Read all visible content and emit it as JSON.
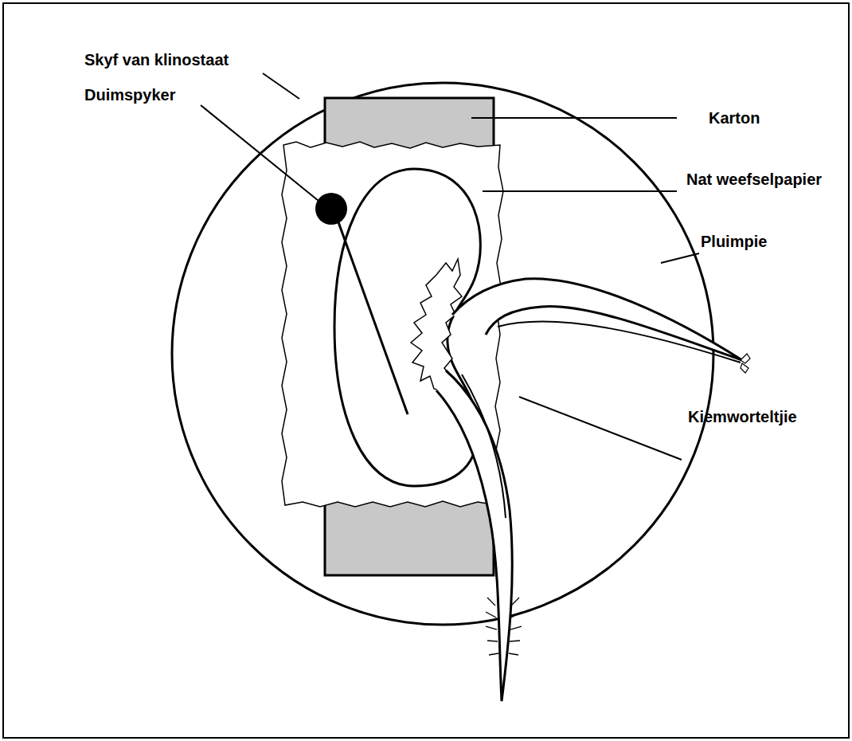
{
  "diagram": {
    "labels": [
      "Skyf van klinostaat",
      "Duimspyker",
      "Karton",
      "Nat weefselpapier",
      "Pluimpie",
      "Kiemworteltjie"
    ]
  }
}
